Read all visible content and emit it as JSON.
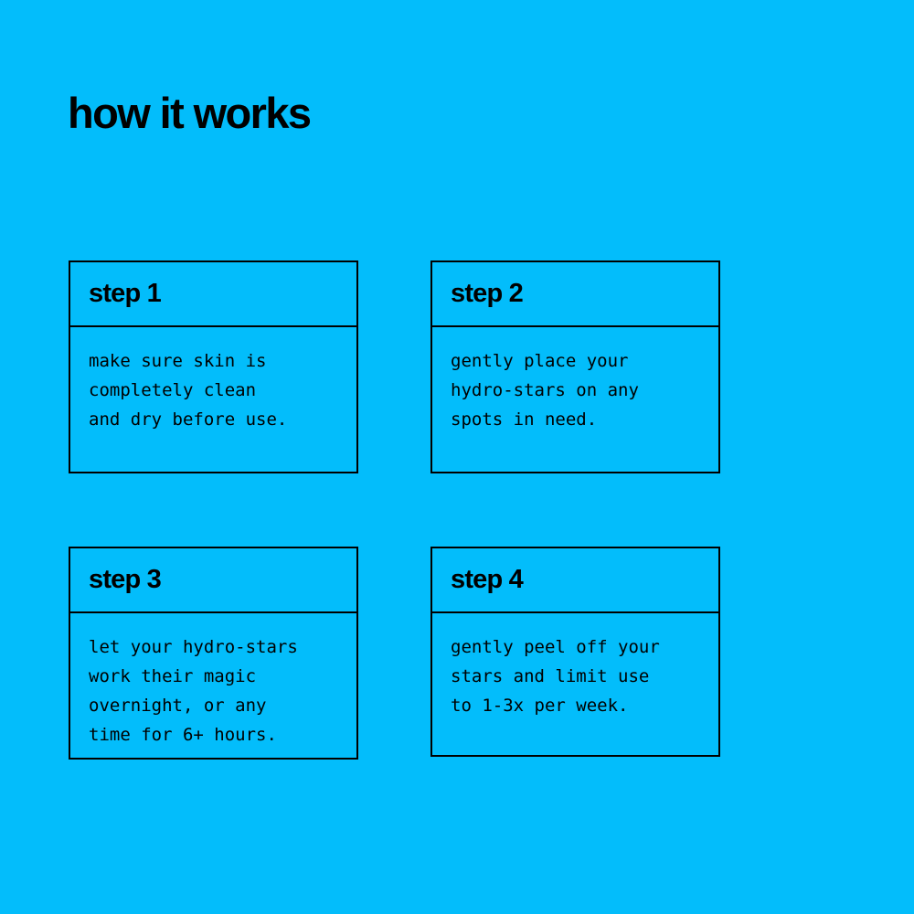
{
  "page": {
    "background_color": "#03bdfb",
    "text_color": "#000000",
    "title": "how it works"
  },
  "steps": [
    {
      "header": "step 1",
      "lines": [
        "make sure skin is",
        "completely clean",
        "and dry before use."
      ]
    },
    {
      "header": "step 2",
      "lines": [
        "gently place your",
        "hydro-stars on any",
        "spots in need."
      ]
    },
    {
      "header": "step 3",
      "lines": [
        "let your hydro-stars",
        "work their magic",
        "overnight, or any",
        "time for 6+ hours."
      ]
    },
    {
      "header": "step 4",
      "lines": [
        "gently peel off your",
        "stars and limit use",
        "to 1-3x per week."
      ]
    }
  ]
}
